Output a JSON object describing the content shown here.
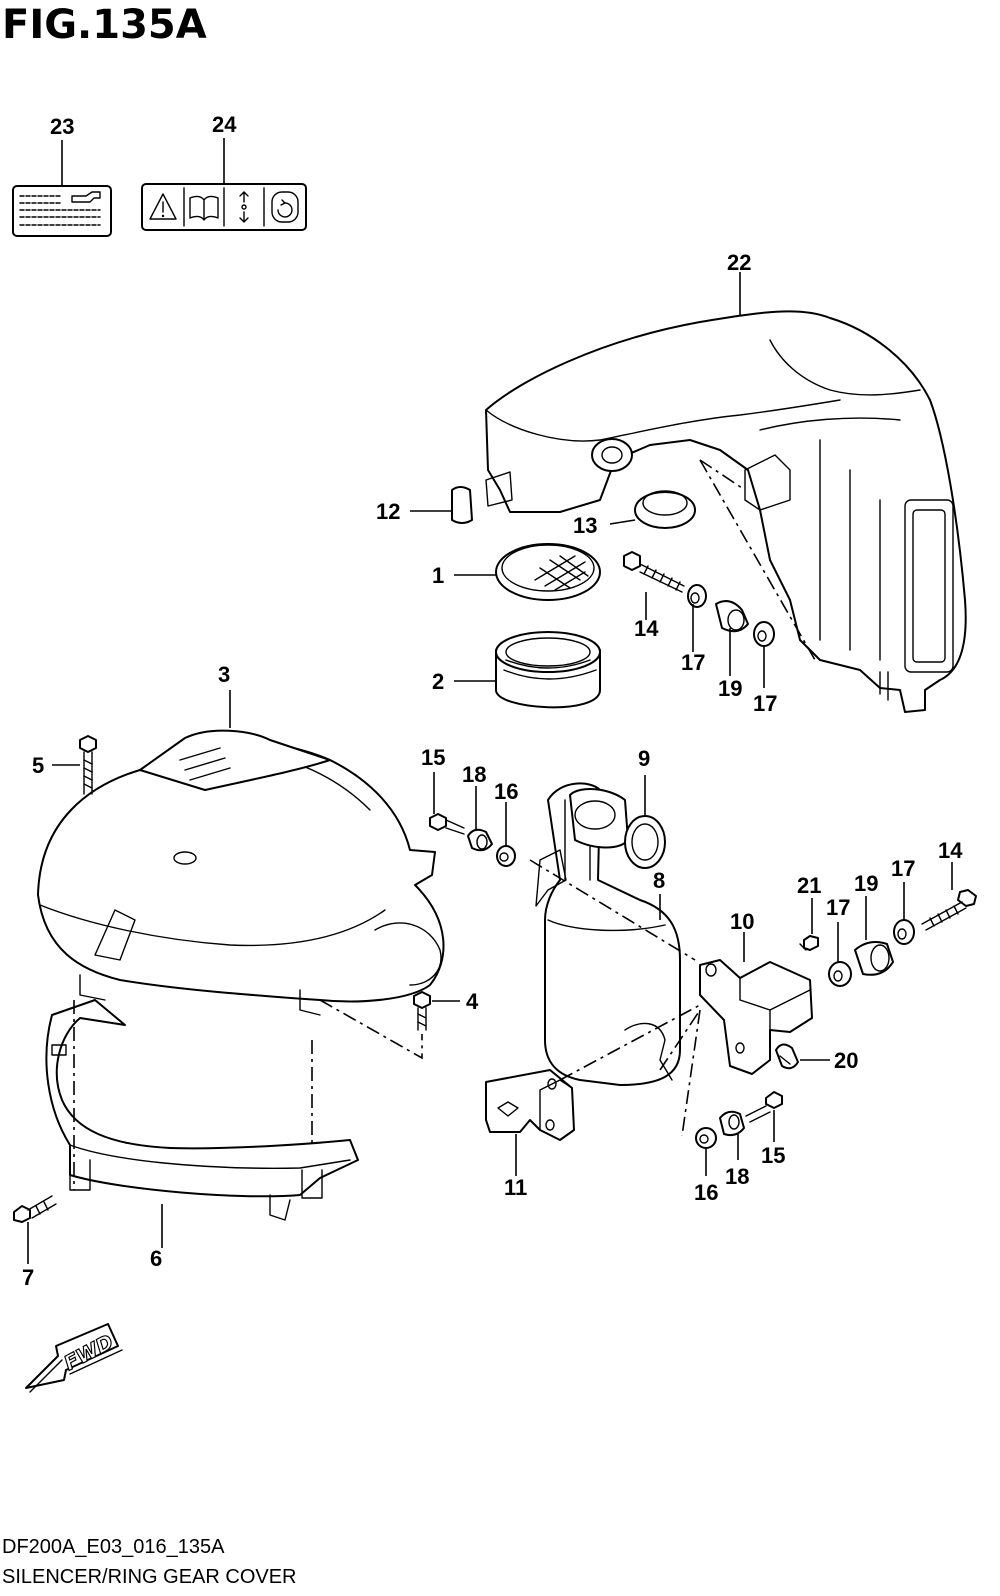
{
  "figure": {
    "title": "FIG.135A",
    "code": "DF200A_E03_016_135A",
    "caption": "SILENCER/RING GEAR COVER"
  },
  "direction_badge": {
    "text": "FWD",
    "icon": "fwd-arrow-icon"
  },
  "callouts": {
    "p1": "1",
    "p2": "2",
    "p3": "3",
    "p4": "4",
    "p5": "5",
    "p6": "6",
    "p7": "7",
    "p8": "8",
    "p9": "9",
    "p10": "10",
    "p11": "11",
    "p12": "12",
    "p13": "13",
    "p14a": "14",
    "p14b": "14",
    "p15a": "15",
    "p15b": "15",
    "p16a": "16",
    "p16b": "16",
    "p17a": "17",
    "p17b": "17",
    "p17c": "17",
    "p17d": "17",
    "p18a": "18",
    "p18b": "18",
    "p19a": "19",
    "p19b": "19",
    "p20": "20",
    "p21": "21",
    "p22": "22",
    "p23": "23",
    "p24": "24"
  },
  "label_icons": [
    "caution-triangle-icon",
    "manual-book-icon",
    "up-down-arrow-icon",
    "rotation-icon",
    "oil-can-icon"
  ]
}
